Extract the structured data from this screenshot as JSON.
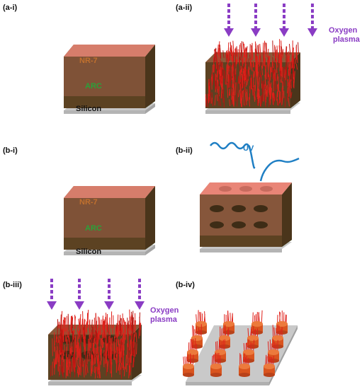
{
  "panels": {
    "a_i": "(a-i)",
    "a_ii": "(a-ii)",
    "b_i": "(b-i)",
    "b_ii": "(b-ii)",
    "b_iii": "(b-iii)",
    "b_iv": "(b-iv)"
  },
  "layers": {
    "resist": "NR-7",
    "arc": "ARC",
    "substrate": "Silicon"
  },
  "plasma": {
    "line1": "Oxygen",
    "line2": "plasma"
  },
  "uv_label": "UV",
  "colors": {
    "resist": "#e98577",
    "arc_film": "#5c4222",
    "arc_green": "#2f9a3a",
    "silicon": "#c7c7c7",
    "nanograss": "#e0201a",
    "arrows": "#8a3cc4",
    "uv_wave": "#1f7fc4",
    "label_resist": "#c0702e",
    "label_arc": "#2aa13a",
    "label_silicon": "#111111",
    "label_plasma": "#8a3cc4",
    "label_uv": "#1f7fc4"
  }
}
